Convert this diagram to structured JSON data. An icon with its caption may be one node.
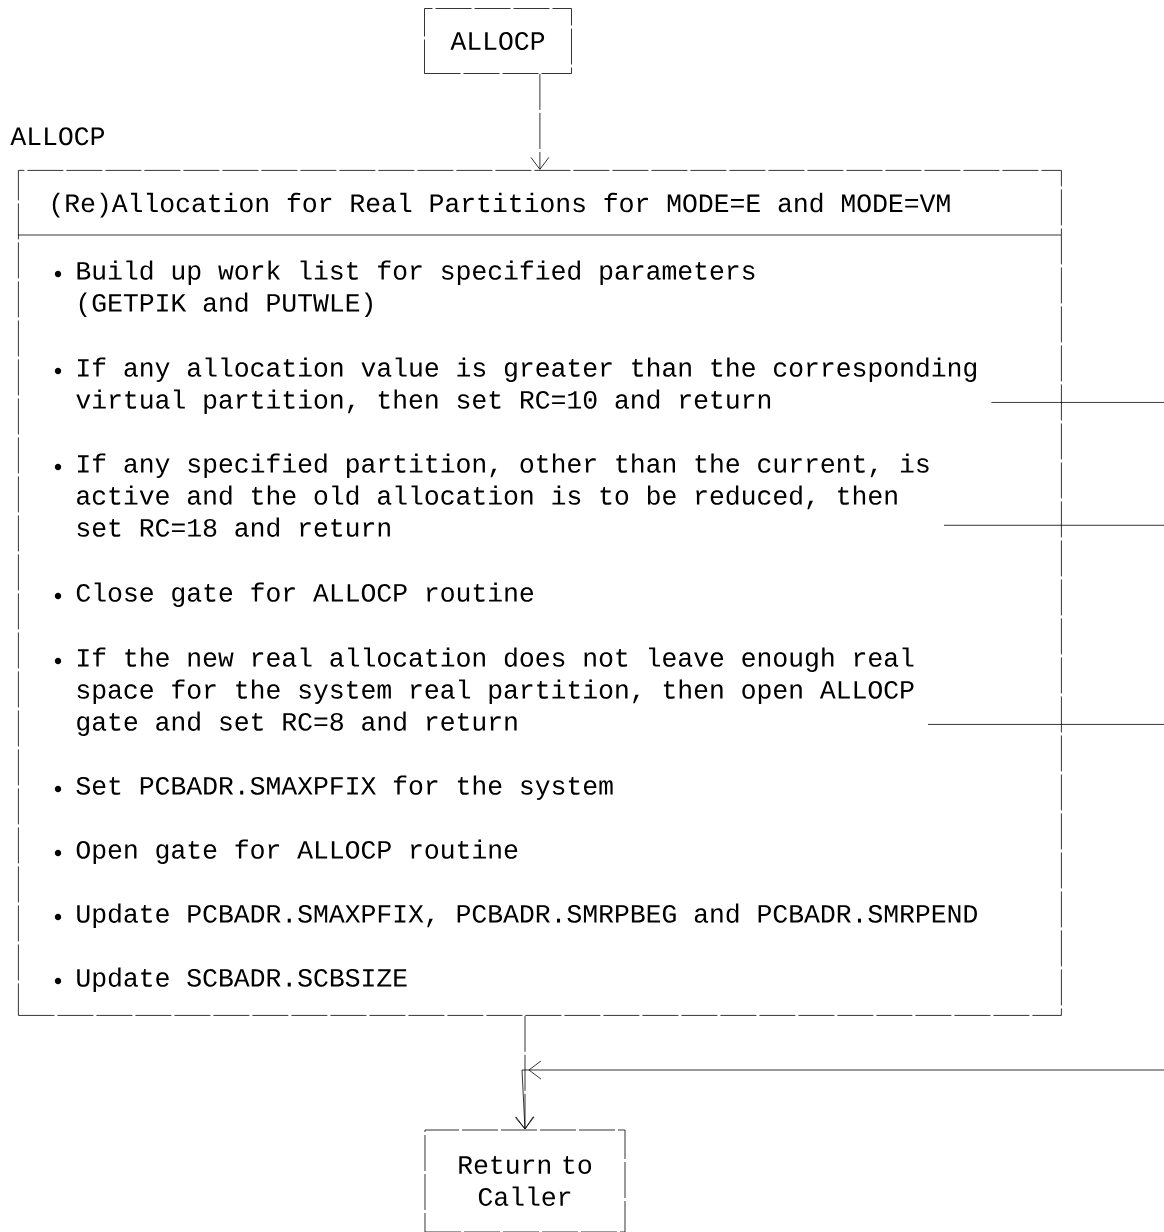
{
  "diagram": {
    "nodes": [
      {
        "text": [
          "ALLOCP"
        ]
      },
      {
        "text": [
          "(Re)Allocation for Real Partitions for MODE=E and MODE=VM"
        ]
      },
      {
        "text": [
          "Build up work list for specified parameters (GETPIK and PUTWLE)"
        ],
        "in": 1
      },
      {
        "text": [
          "If any allocation value is greater than the corresponding virtual partition, then set RC=10 and return"
        ],
        "in": 1
      },
      {
        "text": [
          "If any specified partition, other than the current, is active and the old allocation is to be reduced, then set RC=18 and return"
        ],
        "in": 1
      },
      {
        "text": [
          "Close gate for ALLOCP routine"
        ],
        "in": 1
      },
      {
        "text": [
          "If the new real allocation does not leave enough real space for the system real partition, then open ALLOCP gate and set RC=8 and return"
        ],
        "in": 1
      },
      {
        "text": [
          "Set PCBADR.SMAXPFIX for the system"
        ],
        "in": 1
      },
      {
        "text": [
          "Open gate for ALLOCP routine"
        ],
        "in": 1
      },
      {
        "text": [
          "Update PCBADR.SMAXPFIX, PCBADR.SMRPBEG and PCBADR.SMRPEND"
        ],
        "in": 1
      },
      {
        "text": [
          "Update SCBADR.SCBSIZE"
        ],
        "in": 1
      },
      {
        "text": [
          "Return to Caller"
        ]
      }
    ],
    "edges": [
      {
        "from": 0,
        "to": 1,
        "arrow": "to",
        "style": "dashed"
      },
      {
        "from": 3,
        "to": null,
        "arrow": "none"
      },
      {
        "from": 4,
        "to": null,
        "arrow": "none"
      },
      {
        "from": 6,
        "to": null,
        "arrow": "none"
      },
      {
        "from": 1,
        "to": 11,
        "arrow": "to",
        "style": "dashed"
      },
      {
        "from": null,
        "to": 11,
        "arrow": "to"
      }
    ],
    "labels": [
      "ALLOCP"
    ]
  }
}
